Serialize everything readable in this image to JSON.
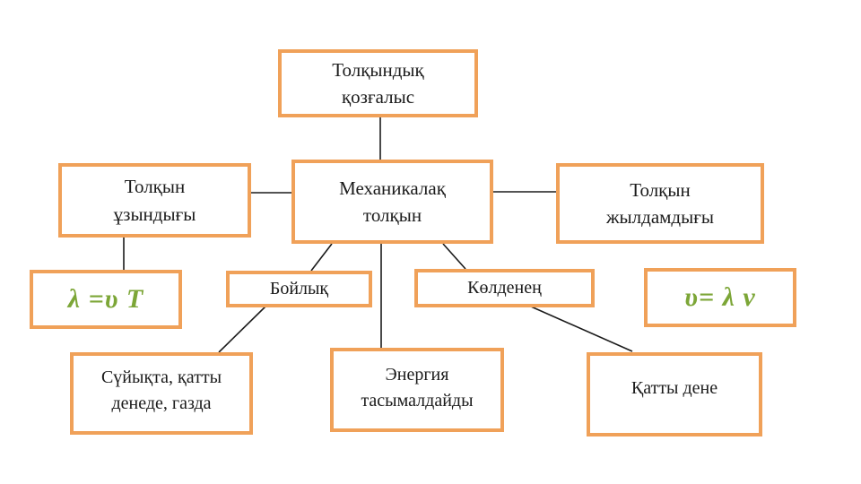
{
  "diagram": {
    "language": "Kazakh",
    "topic": "Wave motion concept map",
    "nodes": {
      "wave_motion": {
        "label": "Толқындық қозғалыс"
      },
      "mechanical_wave": {
        "label": "Механикалақ толқын"
      },
      "wavelength": {
        "label": "Толқын ұзындығы"
      },
      "wave_speed": {
        "label": "Толқын жылдамдығы"
      },
      "wavelength_formula": {
        "label": "λ =υ T"
      },
      "speed_formula": {
        "label": "υ= λ ν"
      },
      "longitudinal": {
        "label": "Бойлық"
      },
      "transverse": {
        "label": "Көлденең"
      },
      "media": {
        "label": "Сүйықта, қатты денеде, газда"
      },
      "energy": {
        "label": "Энергия тасымалдайды"
      },
      "solid": {
        "label": "Қатты дене"
      }
    },
    "colors": {
      "box_border": "#F0A159",
      "ink": "#1b1b1b",
      "formula": "#7CA637",
      "connector": "#1b1b1b",
      "bg": "#ffffff"
    }
  }
}
